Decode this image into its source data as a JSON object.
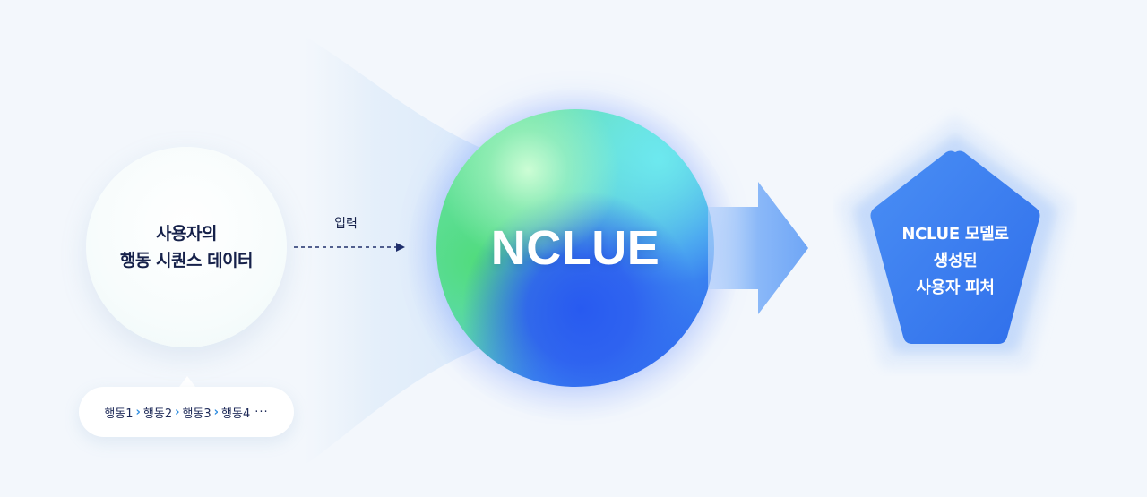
{
  "input": {
    "title_line1": "사용자의",
    "title_line2": "행동 시퀀스 데이터"
  },
  "sequence": {
    "steps": [
      "행동1",
      "행동2",
      "행동3",
      "행동4"
    ],
    "ellipsis": "···"
  },
  "arrow_label": "입력",
  "model": {
    "name": "NCLUE"
  },
  "output": {
    "line1": "NCLUE 모델로",
    "line2": "생성된",
    "line3": "사용자 피처"
  },
  "colors": {
    "background": "#f3f7fc",
    "text_dark": "#16214a",
    "accent_blue": "#3d86f2",
    "chevron": "#2f8de0"
  }
}
